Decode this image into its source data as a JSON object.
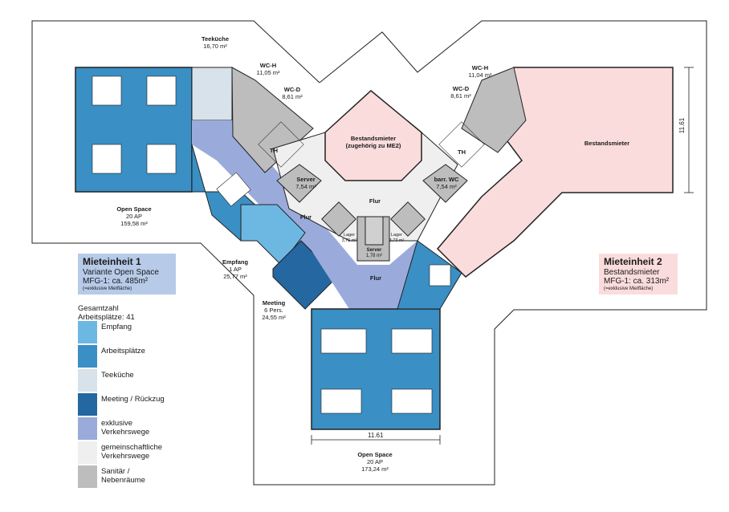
{
  "units": {
    "unit1": {
      "title": "Mieteinheit 1",
      "line1": "Variante Open Space",
      "line2": "MFG-1: ca. 485m²",
      "note": "(=exklusive Mietfläche)",
      "color": "#b7cbe9"
    },
    "unit2": {
      "title": "Mieteinheit 2",
      "line1": "Bestandsmieter",
      "line2": "MFG-1: ca. 313m²",
      "note": "(=exklusive Mietfläche)",
      "color": "#fbdcdc"
    }
  },
  "legend": {
    "header1": "Gesamtzahl",
    "header2": "Arbeitsplätze: 41",
    "items": [
      {
        "label": "Empfang",
        "color": "#6cb8e3"
      },
      {
        "label": "Arbeitsplätze",
        "color": "#3a8fc4"
      },
      {
        "label": "Teeküche",
        "color": "#d7e2ea"
      },
      {
        "label": "Meeting / Rückzug",
        "color": "#2567a0"
      },
      {
        "label": "exklusive Verkehrswege",
        "color": "#9aabdb"
      },
      {
        "label": "gemeinschaftliche Verkehrswege",
        "color": "#efefef"
      },
      {
        "label": "Sanitär / Nebenräume",
        "color": "#bdbdbd"
      }
    ]
  },
  "rooms": {
    "teekueche": {
      "name": "Teeküche",
      "area": "16,70 m²"
    },
    "wch_left": {
      "name": "WC-H",
      "area": "11,05 m²"
    },
    "wcd_left": {
      "name": "WC-D",
      "area": "8,61 m²"
    },
    "wch_right": {
      "name": "WC-H",
      "area": "11,04 m²"
    },
    "wcd_right": {
      "name": "WC-D",
      "area": "8,61 m²"
    },
    "bestand_center": {
      "name": "Bestandsmieter",
      "sub": "(zugehörig zu ME2)"
    },
    "bestand_right": {
      "name": "Bestandsmieter"
    },
    "th_left": {
      "name": "TH"
    },
    "th_right": {
      "name": "TH"
    },
    "server_left": {
      "name": "Server",
      "area": "7,54 m²"
    },
    "barr_wc": {
      "name": "barr. WC",
      "area": "7,54 m²"
    },
    "flur_top": {
      "name": "Flur"
    },
    "flur_left": {
      "name": "Flur"
    },
    "flur_center": {
      "name": "Flur"
    },
    "lager_left": {
      "name": "Lager",
      "area": "3,75 m²"
    },
    "lager_right": {
      "name": "Lager",
      "area": "3,73 m²"
    },
    "server_small": {
      "name": "Server",
      "area": "1,78 m²"
    },
    "open_left": {
      "name": "Open Space",
      "ap": "20 AP",
      "area": "159,58 m²"
    },
    "empfang": {
      "name": "Empfang",
      "ap": "1 AP",
      "area": "25,77 m²"
    },
    "meeting": {
      "name": "Meeting",
      "ap": "6 Pers.",
      "area": "24,55 m²"
    },
    "open_bottom": {
      "name": "Open Space",
      "ap": "20 AP",
      "area": "173,24 m²"
    }
  },
  "dimensions": {
    "right_vertical": "11.61",
    "bottom_horizontal": "11.61"
  }
}
